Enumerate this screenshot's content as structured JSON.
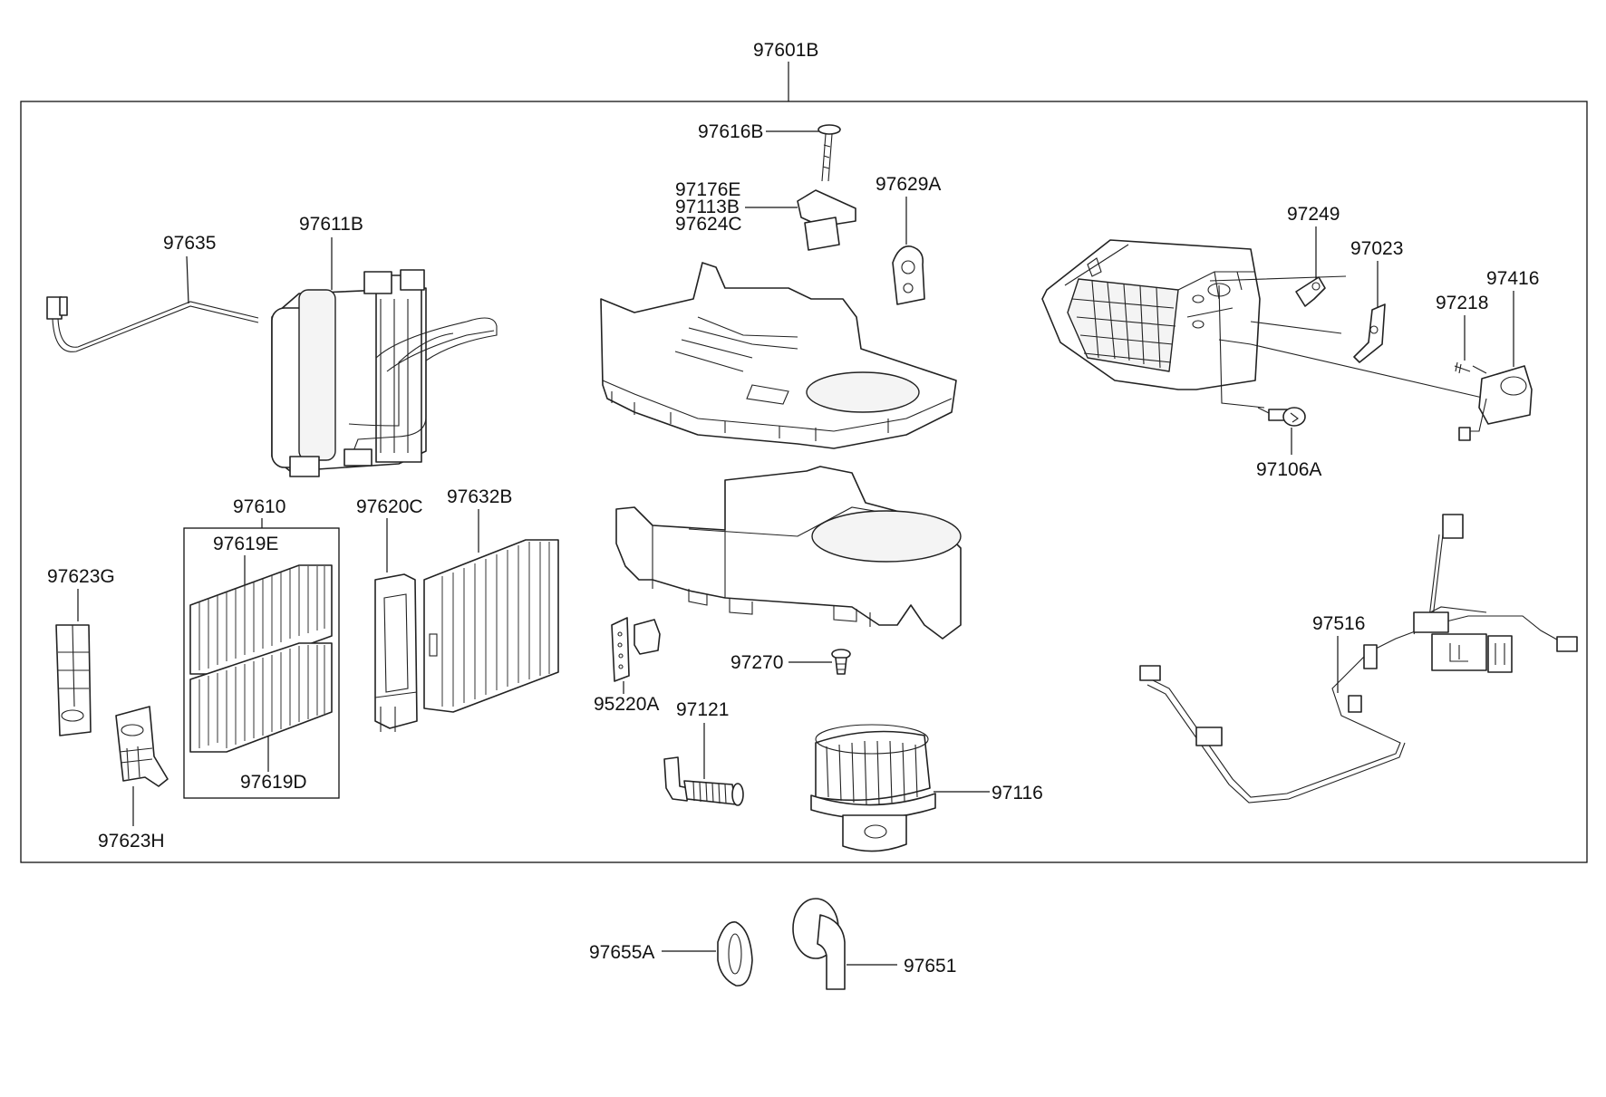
{
  "labels": {
    "assembly": "97601B",
    "screw_top": "97616B",
    "resistor_1": "97176E",
    "resistor_2": "97113B",
    "resistor_3": "97624C",
    "seal_small": "97629A",
    "sensor_wire": "97635",
    "evaporator": "97611B",
    "filter_set": "97610",
    "filter_upper": "97619E",
    "filter_lower": "97619D",
    "cover_g": "97623G",
    "cover_h": "97623H",
    "filter_cover": "97620C",
    "filter_big": "97632B",
    "bracket": "95220A",
    "screw_mid": "97270",
    "drain_hose": "97121",
    "blower_motor": "97116",
    "actuator_lever": "97249",
    "lever": "97023",
    "actuator": "97416",
    "screw_small": "97218",
    "sensor": "97106A",
    "harness": "97516",
    "seal_ring": "97655A",
    "duct": "97651"
  }
}
